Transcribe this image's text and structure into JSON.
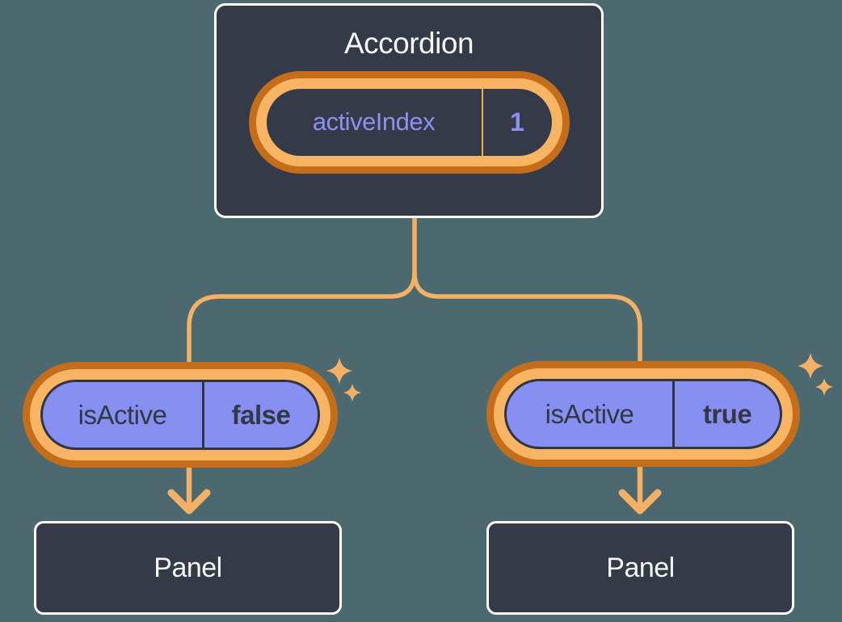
{
  "diagram": {
    "root": {
      "title": "Accordion",
      "state_name": "activeIndex",
      "state_value": "1"
    },
    "left_child": {
      "state_name": "isActive",
      "state_value": "false",
      "panel_label": "Panel"
    },
    "right_child": {
      "state_name": "isActive",
      "state_value": "true",
      "panel_label": "Panel"
    }
  },
  "colors": {
    "background": "#4C6970",
    "box_fill": "#343A47",
    "box_border": "#FFFFFF",
    "ring_outer": "#C46D1A",
    "ring_inner": "#F7B564",
    "line": "#F4B166",
    "sparkle": "#F4B166",
    "pill_fill": "#8790F0",
    "pill_outline": "#2F3542",
    "top_divider": "#ECA852",
    "state_text_purple": "#8A92EE",
    "state_text_dark": "#313846",
    "title_text": "#F6F7F9"
  }
}
